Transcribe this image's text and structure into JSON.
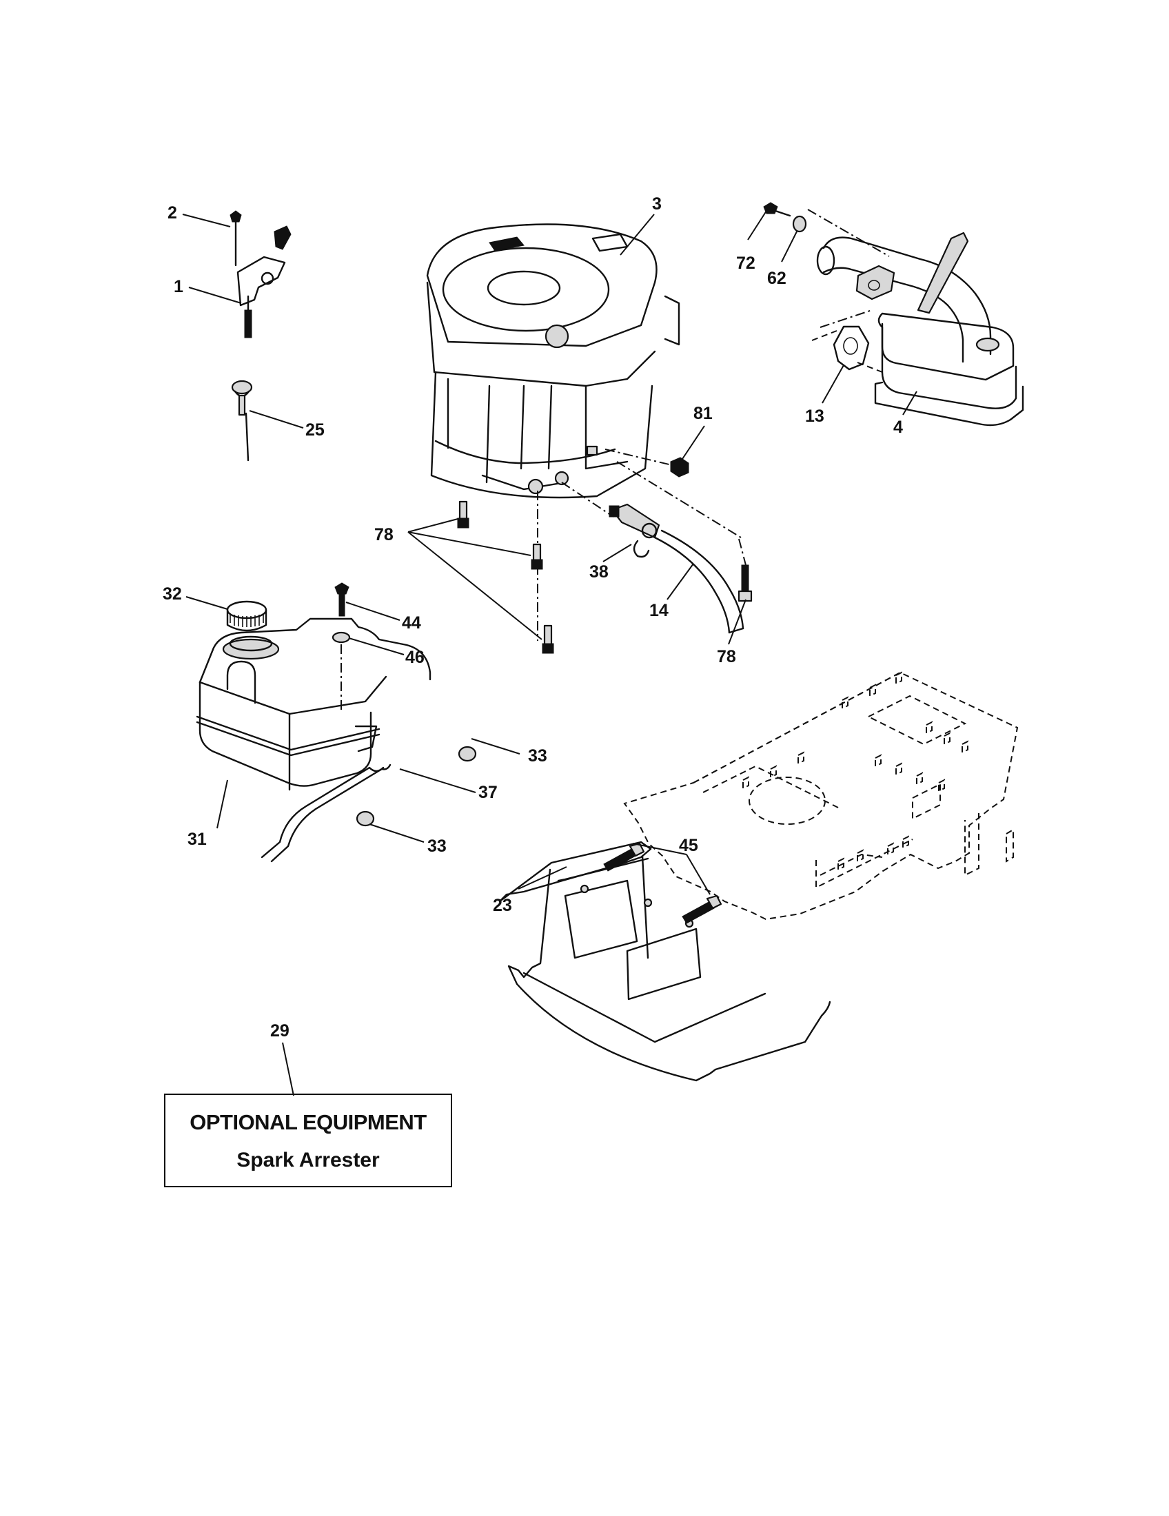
{
  "callouts": {
    "c2": "2",
    "c1": "1",
    "c25": "25",
    "c3": "3",
    "c72": "72",
    "c62": "62",
    "c13": "13",
    "c4": "4",
    "c81": "81",
    "c78a": "78",
    "c38": "38",
    "c14": "14",
    "c78b": "78",
    "c32": "32",
    "c44": "44",
    "c46": "46",
    "c33a": "33",
    "c37": "37",
    "c33b": "33",
    "c31": "31",
    "c45": "45",
    "c23": "23",
    "c29": "29"
  },
  "optional_box": {
    "title": "OPTIONAL EQUIPMENT",
    "subtitle": "Spark Arrester"
  }
}
